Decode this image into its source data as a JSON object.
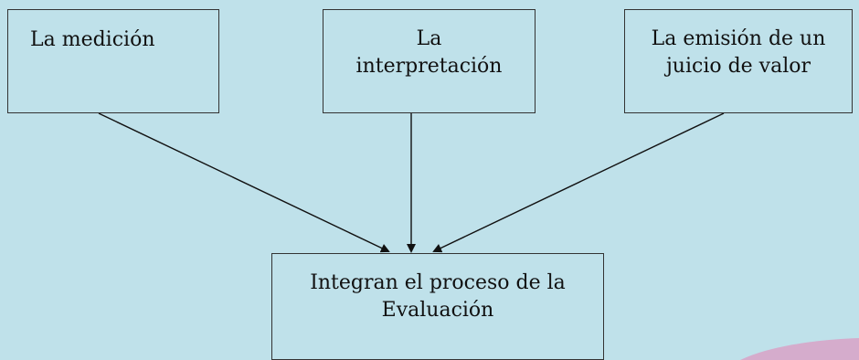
{
  "boxes": {
    "measurement": {
      "text": "La medición"
    },
    "interpretation": {
      "line1": "La",
      "line2": "interpretación"
    },
    "judgement": {
      "line1": "La emisión de un",
      "line2": "juicio de valor"
    },
    "result": {
      "line1": "Integran el proceso de la",
      "line2": "Evaluación"
    }
  },
  "colors": {
    "background": "#bfe1ea",
    "line": "#111111",
    "border": "#333333",
    "decoration": "#d7a6c9"
  }
}
